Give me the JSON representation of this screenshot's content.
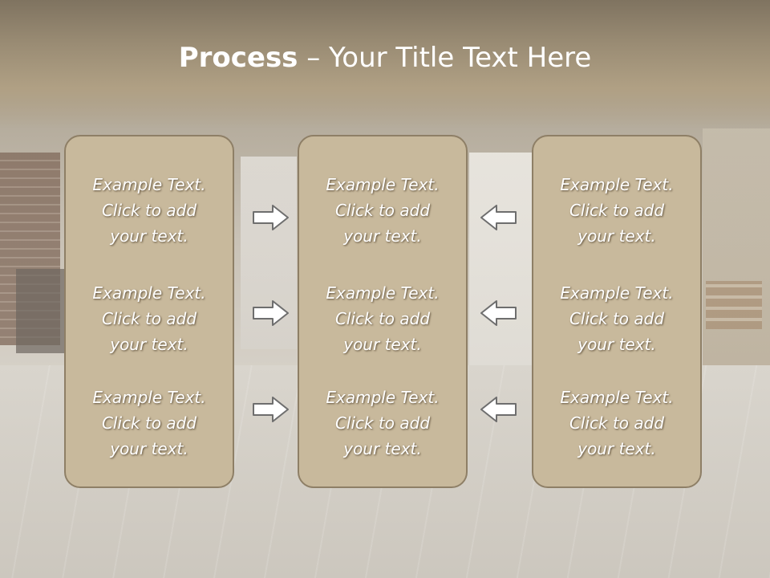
{
  "title": {
    "bold": "Process",
    "rest": " – Your Title Text Here"
  },
  "columns": [
    {
      "items": [
        {
          "line1": "Example Text.",
          "line2": "Click  to add",
          "line3": "your text."
        },
        {
          "line1": "Example Text.",
          "line2": "Click  to add",
          "line3": "your text."
        },
        {
          "line1": "Example Text.",
          "line2": "Click  to add",
          "line3": "your text."
        }
      ]
    },
    {
      "items": [
        {
          "line1": "Example Text.",
          "line2": "Click  to add",
          "line3": "your text."
        },
        {
          "line1": "Example Text.",
          "line2": "Click  to add",
          "line3": "your text."
        },
        {
          "line1": "Example Text.",
          "line2": "Click  to add",
          "line3": "your text."
        }
      ]
    },
    {
      "items": [
        {
          "line1": "Example Text.",
          "line2": "Click  to add",
          "line3": "your text."
        },
        {
          "line1": "Example Text.",
          "line2": "Click  to add",
          "line3": "your text."
        },
        {
          "line1": "Example Text.",
          "line2": "Click  to add",
          "line3": "your text."
        }
      ]
    }
  ],
  "arrows": {
    "left_group": "right-arrow-icon",
    "right_group": "left-arrow-icon"
  },
  "colors": {
    "box_fill": "#c8b99c",
    "box_border": "#8e7f66",
    "title_band": "#9a8c74",
    "text": "#ffffff"
  }
}
